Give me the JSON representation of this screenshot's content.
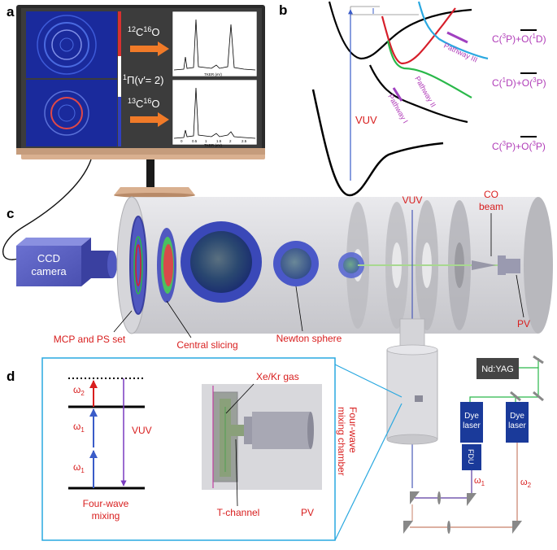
{
  "panels": {
    "a": "a",
    "b": "b",
    "c": "c",
    "d": "d"
  },
  "panel_a": {
    "isotope_top": "12C16O",
    "isotope_top_parts": {
      "m1": "12",
      "e1": "C",
      "m2": "16",
      "e2": "O"
    },
    "isotope_bottom_parts": {
      "m1": "13",
      "e1": "C",
      "m2": "16",
      "e2": "O"
    },
    "state_label": "1Π(v′= 2)",
    "state_parts": {
      "sup": "1",
      "main": "Π(v′= 2)"
    },
    "axis_label": "TKER (eV)",
    "ticks": [
      "0",
      "0.5",
      "1",
      "1.5",
      "2",
      "2.5"
    ]
  },
  "panel_b": {
    "vuv": "VUV",
    "pathway1": "Pathway I",
    "pathway2": "Pathway II",
    "pathway3": "Pathway III",
    "asymptote_top": {
      "a": "C(",
      "a_sup": "3",
      "b": "P)+O(",
      "b_sup": "1",
      "c": "D)"
    },
    "asymptote_mid": {
      "a": "C(",
      "a_sup": "1",
      "b": "D)+O(",
      "b_sup": "3",
      "c": "P)"
    },
    "asymptote_bot": {
      "a": "C(",
      "a_sup": "3",
      "b": "P)+O(",
      "b_sup": "3",
      "c": "P)"
    }
  },
  "panel_c": {
    "ccd": [
      "CCD",
      "camera"
    ],
    "mcp": "MCP and PS set",
    "slicing": "Central slicing",
    "newton": "Newton sphere",
    "vuv": "VUV",
    "co_beam": [
      "CO",
      "beam"
    ],
    "pv": "PV"
  },
  "panel_d": {
    "omega2": "ω",
    "omega2_sub": "2",
    "omega1a": "ω",
    "omega1a_sub": "1",
    "omega1b": "ω",
    "omega1b_sub": "1",
    "vuv": "VUV",
    "fwm": [
      "Four-wave",
      "mixing"
    ],
    "gas": "Xe/Kr gas",
    "tchannel": "T-channel",
    "pv": "PV"
  },
  "laser": {
    "ndyag": "Nd:YAG",
    "dye1": [
      "Dye",
      "laser"
    ],
    "dye2": [
      "Dye",
      "laser"
    ],
    "fdu": "FDU",
    "w1": "ω",
    "w1_sub": "1",
    "w2": "ω",
    "w2_sub": "2",
    "chamber": [
      "Four-wave",
      "mixing chamber"
    ]
  },
  "colors": {
    "tube": "#c8c8cc",
    "blue_dark": "#1c2f8c",
    "dye_box": "#1a3a9a",
    "red_label": "#d81e1e",
    "magenta": "#b03cb8",
    "curve_red": "#d61e2a",
    "curve_green": "#2ab84a",
    "curve_cyan": "#2aa8e0",
    "pathway_arrow": "#a040c0",
    "cyan_frame": "#29a8e0"
  }
}
